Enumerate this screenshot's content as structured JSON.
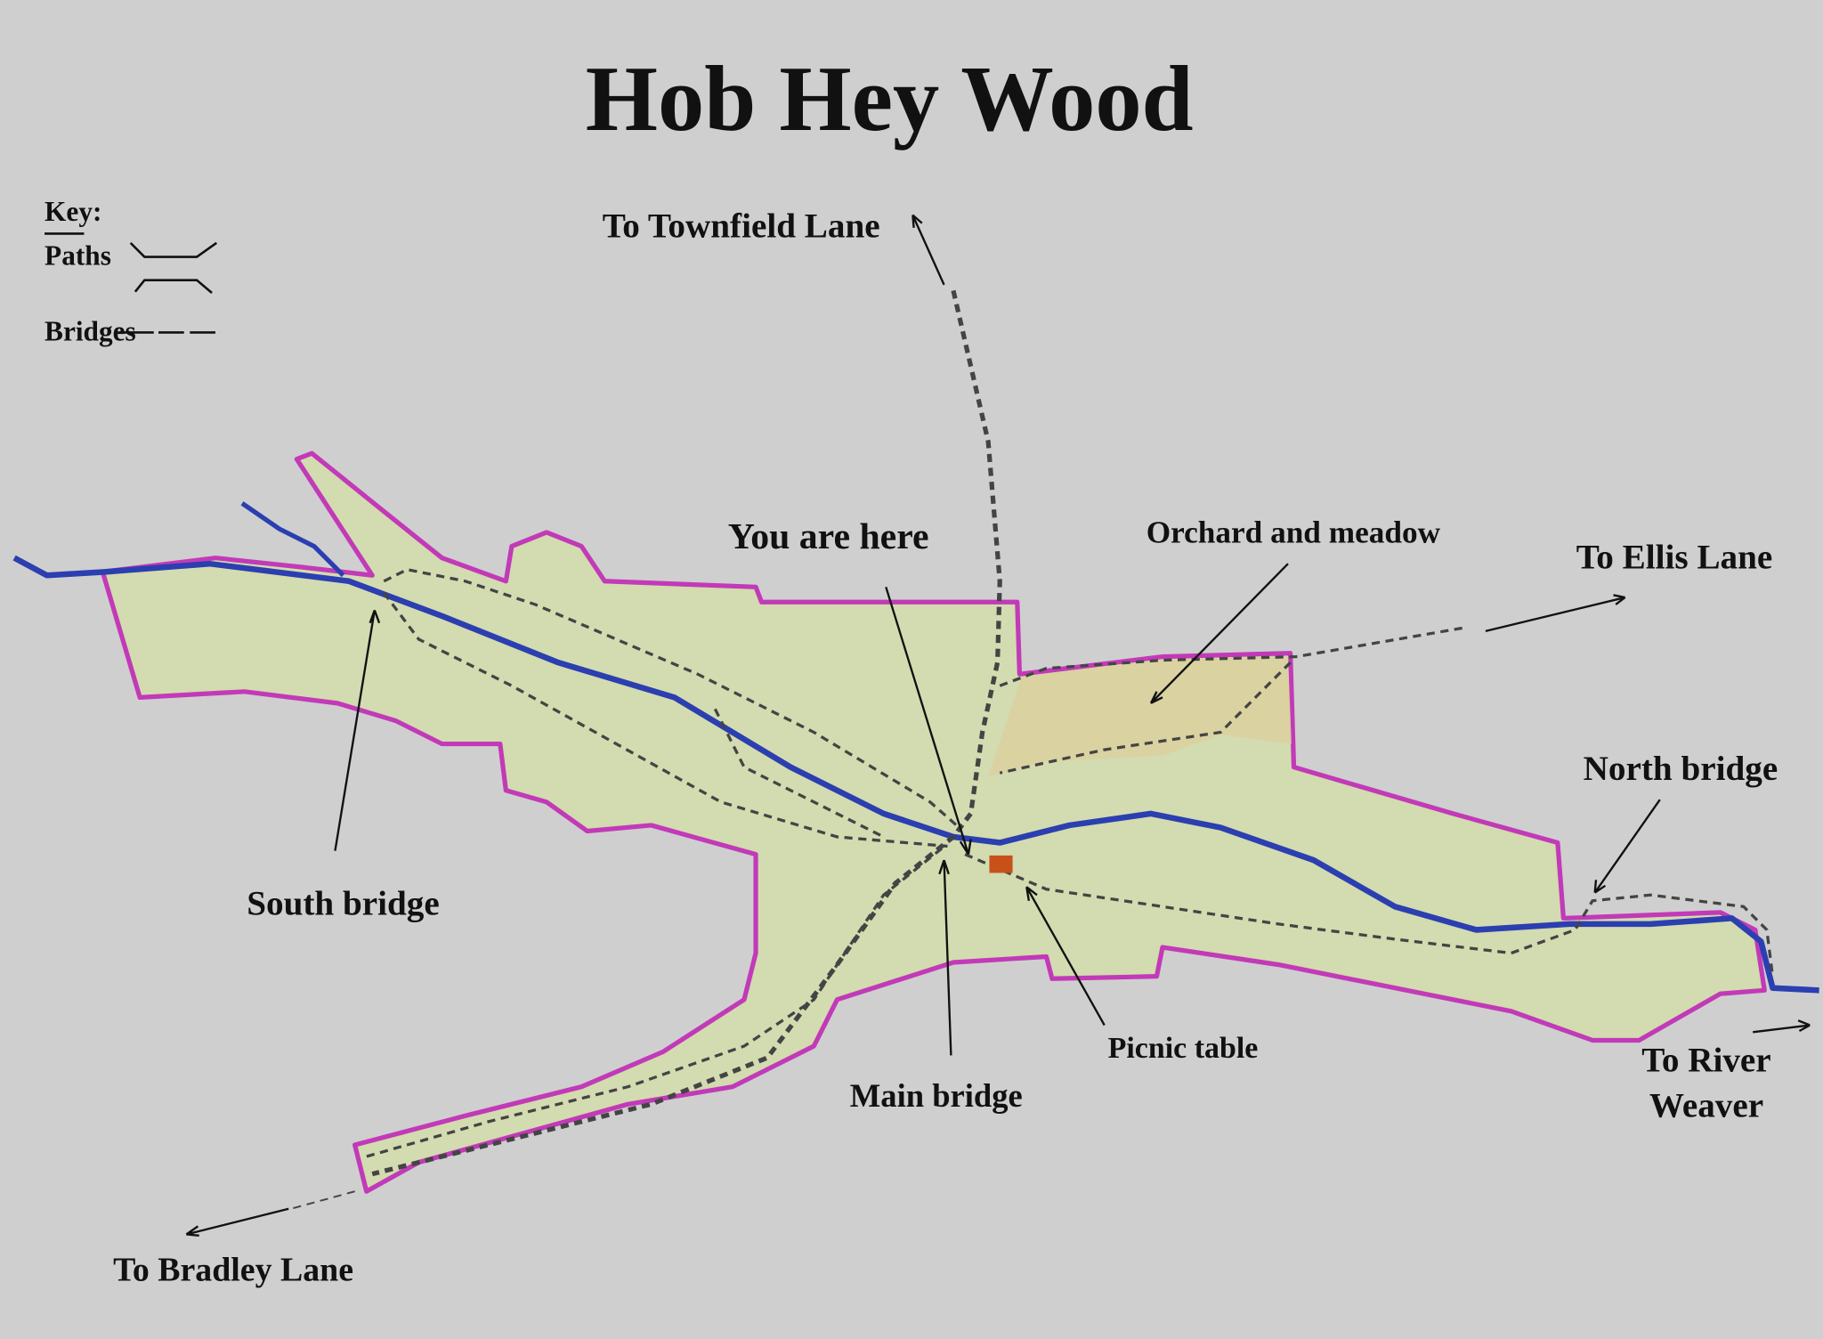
{
  "title": "Hob Hey Wood",
  "key": {
    "heading": "Key:",
    "paths": "Paths",
    "bridges": "Bridges"
  },
  "labels": {
    "townfield": "To Townfield Lane",
    "you_are_here": "You are here",
    "orchard": "Orchard and meadow",
    "ellis": "To Ellis Lane",
    "north_bridge": "North bridge",
    "south_bridge": "South bridge",
    "picnic": "Picnic table",
    "main_bridge": "Main bridge",
    "weaver_1": "To River",
    "weaver_2": "Weaver",
    "bradley": "To Bradley Lane"
  },
  "colors": {
    "background": "#cfcfcf",
    "wood": "#d3dbb0",
    "orchard": "#dccf9c",
    "boundary": "#c23ab8",
    "river": "#2b3fb0",
    "path": "#444444",
    "picnic": "#c8501a"
  }
}
